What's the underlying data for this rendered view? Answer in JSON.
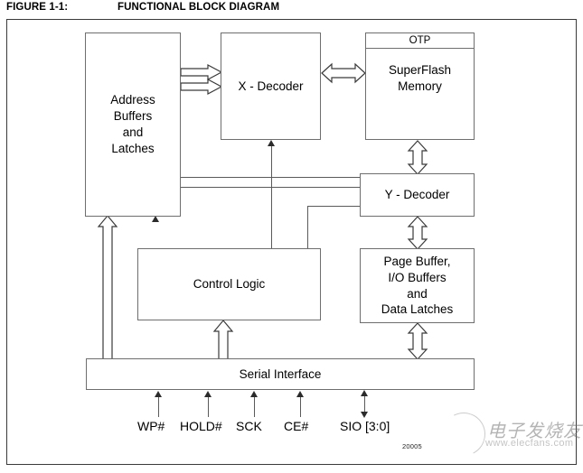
{
  "caption": {
    "figure_number": "FIGURE 1-1:",
    "figure_title": "FUNCTIONAL BLOCK DIAGRAM"
  },
  "diagram": {
    "blocks": [
      {
        "id": "address-buffers",
        "label": "Address\nBuffers\nand\nLatches"
      },
      {
        "id": "x-decoder",
        "label": "X - Decoder"
      },
      {
        "id": "memory",
        "banner": "OTP",
        "label": "SuperFlash\nMemory"
      },
      {
        "id": "y-decoder",
        "label": "Y - Decoder"
      },
      {
        "id": "page-buffer",
        "label": "Page Buffer,\nI/O Buffers\nand\nData Latches"
      },
      {
        "id": "control-logic",
        "label": "Control Logic"
      },
      {
        "id": "serial-interface",
        "label": "Serial Interface"
      }
    ],
    "pins": [
      {
        "name": "WP#",
        "label": "WP#",
        "direction": "in"
      },
      {
        "name": "HOLD#",
        "label": "HOLD#",
        "direction": "in"
      },
      {
        "name": "SCK",
        "label": "SCK",
        "direction": "in"
      },
      {
        "name": "CE#",
        "label": "CE#",
        "direction": "in"
      },
      {
        "name": "SIO[3:0]",
        "label": "SIO [3:0]",
        "direction": "bidirectional"
      }
    ]
  },
  "footer": {
    "doc_code": "20005"
  },
  "watermark": {
    "text_cn": "电子发烧友",
    "url": "www.elecfans.com"
  },
  "colors": {
    "frame": "#3a3a3a",
    "block_border": "#6e6e6e",
    "wire": "#5a5a5a",
    "text": "#000000",
    "background": "#ffffff"
  }
}
